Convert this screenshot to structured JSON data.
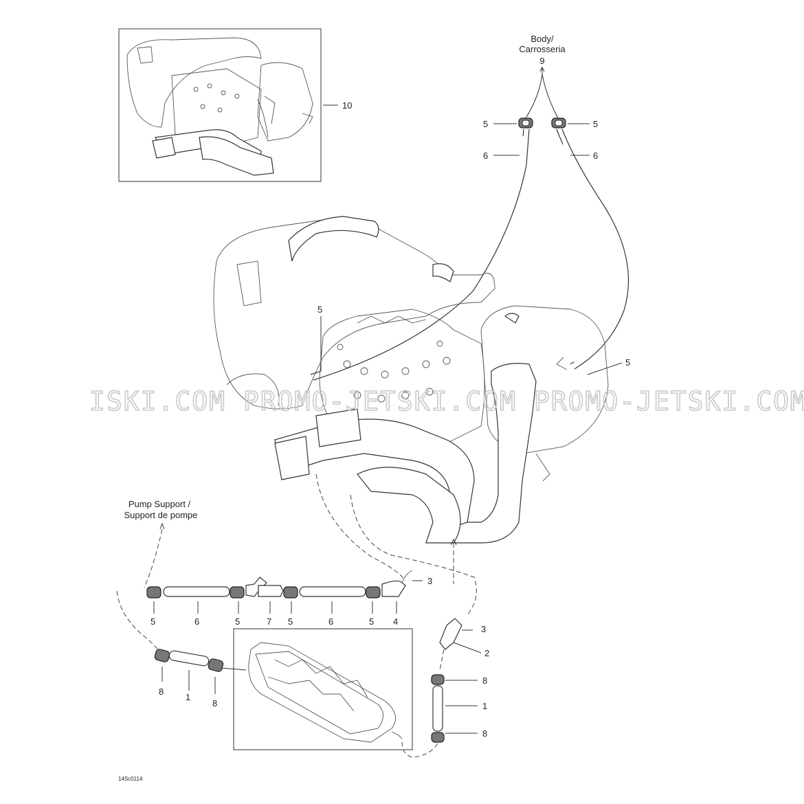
{
  "labels": {
    "body_line1": "Body/",
    "body_line2": "Carrosseria",
    "pump_line1": "Pump Support /",
    "pump_line2": "Support de pompe",
    "ref_code": "14Sc0114"
  },
  "watermark": "ISKI.COM  PROMO-JETSKI.COM  PROMO-JETSKI.COM",
  "callouts": {
    "c10": "10",
    "c9": "9",
    "c5a": "5",
    "c5b": "5",
    "c6a": "6",
    "c6b": "6",
    "c5_engine_left": "5",
    "c5_engine_right": "5",
    "c3a": "3",
    "b5a": "5",
    "b6a": "6",
    "b5b": "5",
    "b7": "7",
    "b5c": "5",
    "b6b": "6",
    "b5d": "5",
    "b4": "4",
    "c3b": "3",
    "c2": "2",
    "r8a": "8",
    "r1": "1",
    "r8b": "8",
    "l8a": "8",
    "l1": "1",
    "l8b": "8"
  },
  "colors": {
    "line": "#333333",
    "watermark": "#c9c9c9",
    "background": "#ffffff"
  }
}
